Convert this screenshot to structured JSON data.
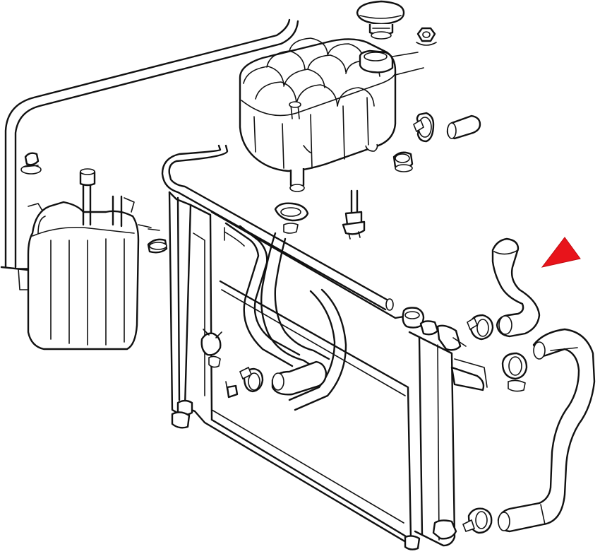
{
  "diagram": {
    "colors": {
      "line": "#111111",
      "background": "#ffffff",
      "indicator_arrow": "#e8141b"
    },
    "parts": [
      "radiator-cap",
      "coolant-expansion-tank",
      "reservoir-tank",
      "radiator",
      "upper-radiator-hose",
      "lower-radiator-hose",
      "overflow-line",
      "hose-clamps",
      "mounting-grommets",
      "level-sensor"
    ],
    "indicator": "arrow-pointer-icon"
  }
}
